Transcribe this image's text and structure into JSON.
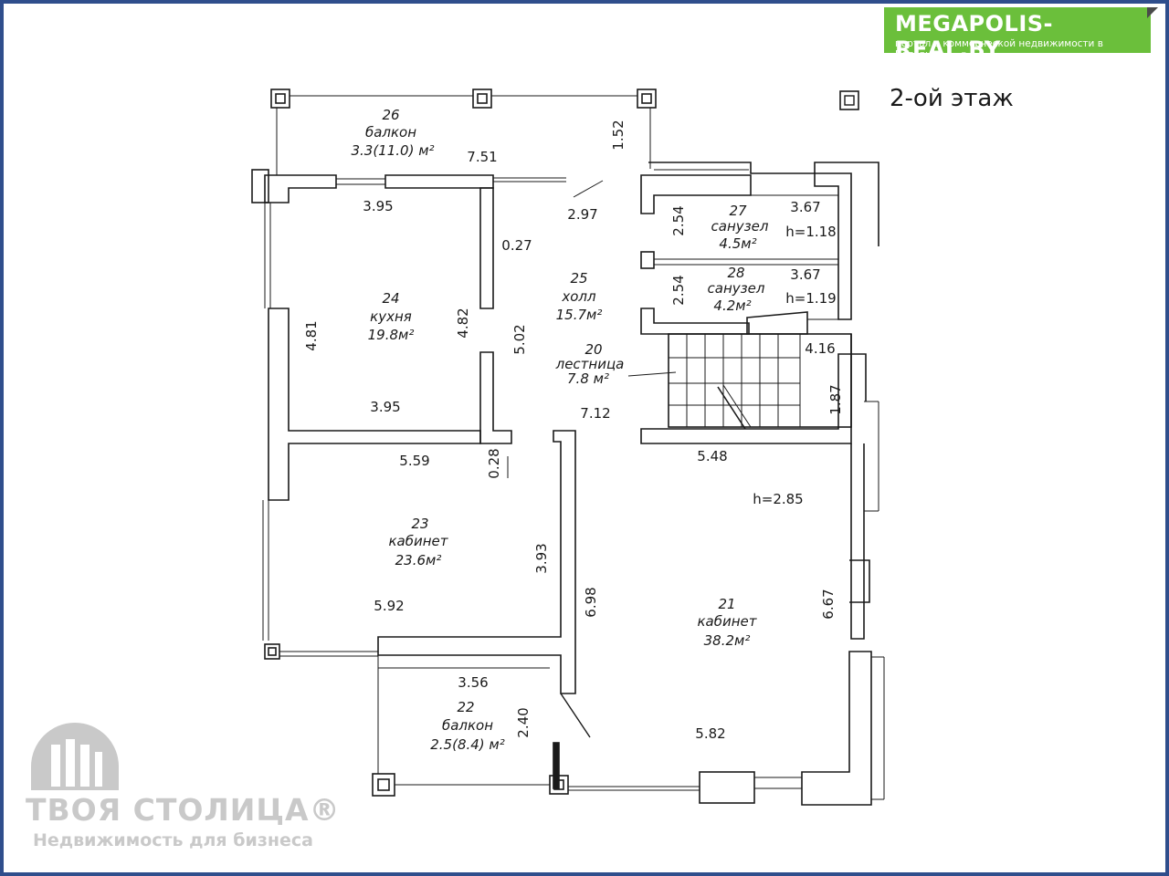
{
  "header": {
    "brand": "MEGAPOLIS-REAL.BY",
    "tagline": "портал о коммерческой недвижимости в Беларуси",
    "brand_color": "#6bbf3b"
  },
  "floor": {
    "title": "2-ой этаж",
    "legend_icon": "column-square-icon"
  },
  "rooms": {
    "balcony26": {
      "num": "26",
      "name": "балкон",
      "area": "3.3(11.0) м²"
    },
    "toilet27": {
      "num": "27",
      "name": "санузел",
      "area": "4.5м²",
      "height": "h=1.18"
    },
    "toilet28": {
      "num": "28",
      "name": "санузел",
      "area": "4.2м²",
      "height": "h=1.19"
    },
    "hall25": {
      "num": "25",
      "name": "холл",
      "area": "15.7м²"
    },
    "kitchen24": {
      "num": "24",
      "name": "кухня",
      "area": "19.8м²"
    },
    "stairs20": {
      "num": "20",
      "name": "лестница",
      "area": "7.8 м²"
    },
    "office23": {
      "num": "23",
      "name": "кабинет",
      "area": "23.6м²"
    },
    "office21": {
      "num": "21",
      "name": "кабинет",
      "area": "38.2м²",
      "height": "h=2.85"
    },
    "balcony22": {
      "num": "22",
      "name": "балкон",
      "area": "2.5(8.4) м²"
    }
  },
  "dimensions": {
    "d751": "7.51",
    "d152": "1.52",
    "d395a": "3.95",
    "d297": "2.97",
    "d254a": "2.54",
    "d367a": "3.67",
    "d027": "0.27",
    "d254b": "2.54",
    "d367b": "3.67",
    "d481": "4.81",
    "d482": "4.82",
    "d502": "5.02",
    "d416": "4.16",
    "d395b": "3.95",
    "d712": "7.12",
    "d187": "1.87",
    "d559": "5.59",
    "d028": "0.28",
    "d548": "5.48",
    "d393": "3.93",
    "d698": "6.98",
    "d592": "5.92",
    "d667": "6.67",
    "d356": "3.56",
    "d240": "2.40",
    "d582": "5.82"
  },
  "watermark": {
    "name": "ТВОЯ СТОЛИЦА®",
    "subtitle": "Недвижимость для бизнеса",
    "icon": "building-logo-icon"
  },
  "colors": {
    "frame": "#2f4e8c",
    "wall": "#1a1a1a",
    "watermark": "#c9c9c9"
  }
}
